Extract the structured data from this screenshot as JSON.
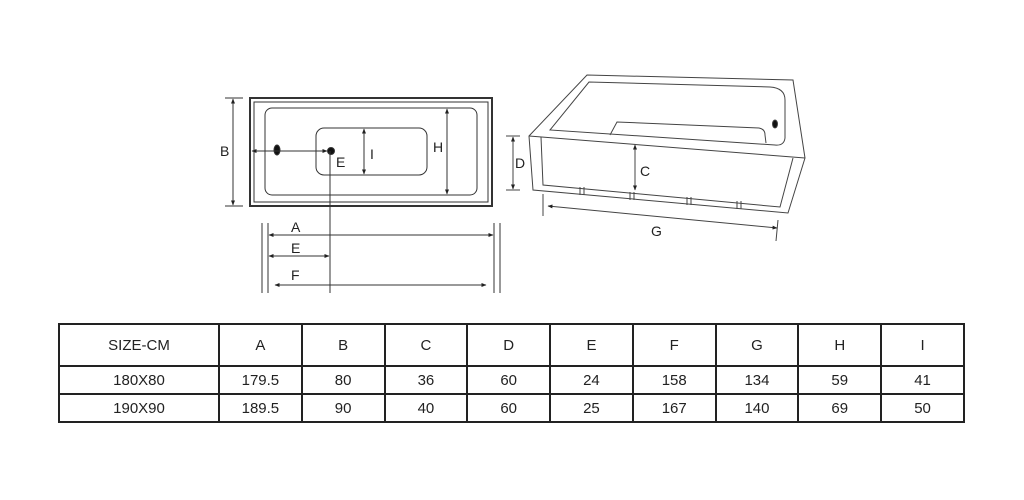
{
  "diagram": {
    "top_view_labels": {
      "B": "B",
      "E_point": "E",
      "I": "I",
      "H": "H",
      "A": "A",
      "E": "E",
      "F": "F"
    },
    "side_view_labels": {
      "D": "D",
      "C": "C",
      "G": "G"
    }
  },
  "table": {
    "headers": [
      "SIZE-CM",
      "A",
      "B",
      "C",
      "D",
      "E",
      "F",
      "G",
      "H",
      "I"
    ],
    "rows": [
      [
        "180X80",
        "179.5",
        "80",
        "36",
        "60",
        "24",
        "158",
        "134",
        "59",
        "41"
      ],
      [
        "190X90",
        "189.5",
        "90",
        "40",
        "60",
        "25",
        "167",
        "140",
        "69",
        "50"
      ]
    ]
  }
}
